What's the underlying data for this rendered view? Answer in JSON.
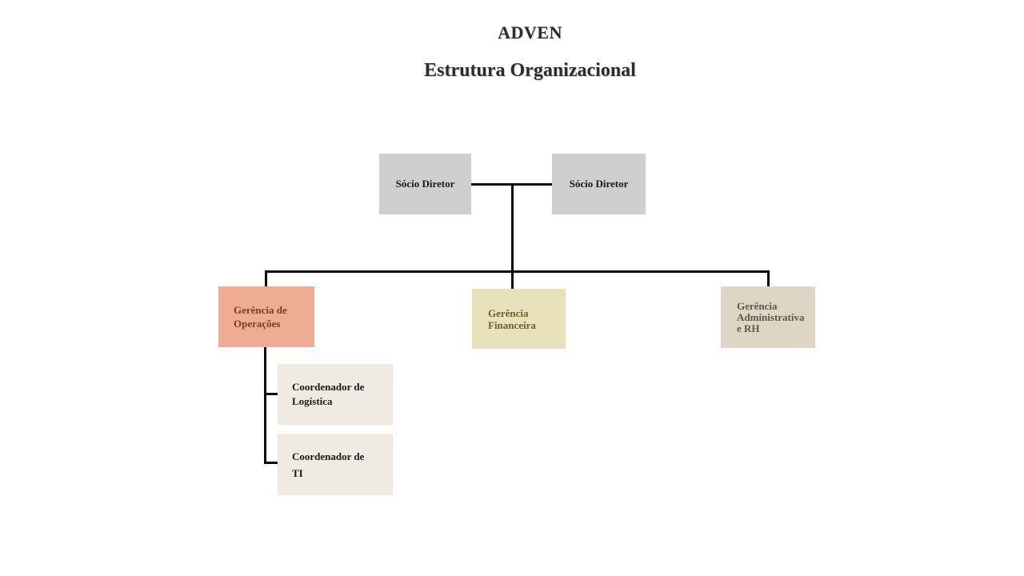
{
  "colors": {
    "box_gray": "#cfcfce",
    "box_salmon": "#eeac94",
    "box_tan": "#e9e0bc",
    "box_greige": "#ded6c4",
    "box_cream": "#efeae2",
    "text_dark": "#1a1a1a",
    "text_salmon": "#7d3a27",
    "text_tan": "#6e6027",
    "text_greige": "#5e574a",
    "title_color": "#2e2b2b",
    "connector": "#0a0a0a"
  },
  "header": {
    "title": "ADVEN",
    "subtitle": "Estrutura Organizacional"
  },
  "org": {
    "socio_left": {
      "lines": [
        "Sócio Diretor"
      ]
    },
    "socio_right": {
      "lines": [
        "Sócio Diretor"
      ]
    },
    "operacoes": {
      "lines": [
        "Gerência de",
        "Operações"
      ]
    },
    "financeira": {
      "lines": [
        "Gerência",
        "Financeira"
      ]
    },
    "administrativa": {
      "lines": [
        "Gerência",
        "Administrativa",
        "e RH"
      ]
    },
    "coord_logistica": {
      "lines": [
        "Coordenador de",
        "Logística"
      ]
    },
    "coord_ti": {
      "lines": [
        "Coordenador de",
        "TI"
      ]
    }
  }
}
